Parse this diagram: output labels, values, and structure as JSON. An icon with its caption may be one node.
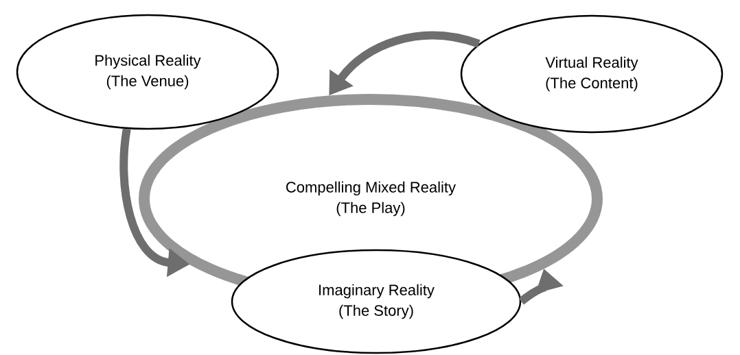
{
  "diagram": {
    "nodes": [
      {
        "text": [
          "Physical Reality",
          "(The Venue)"
        ]
      },
      {
        "text": [
          "Virtual Reality",
          "(The Content)"
        ]
      },
      {
        "text": [
          "Compelling Mixed Reality",
          "(The Play)"
        ]
      },
      {
        "text": [
          "Imaginary Reality",
          "(The Story)"
        ]
      }
    ],
    "edges": [
      {
        "from": 1,
        "to": 2,
        "arrow": "to"
      },
      {
        "from": 0,
        "to": 2,
        "arrow": "to"
      },
      {
        "from": 3,
        "to": 2,
        "arrow": "to"
      }
    ]
  }
}
